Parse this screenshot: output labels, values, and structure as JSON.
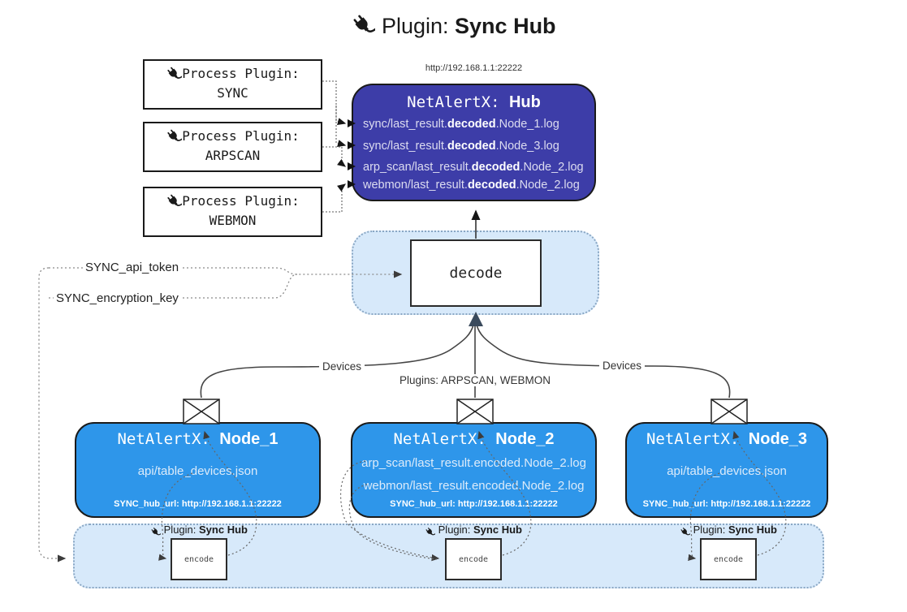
{
  "title": {
    "prefix": "Plugin:",
    "bold": "Sync Hub"
  },
  "process_plugins": [
    {
      "label": "Process Plugin:",
      "name": "SYNC"
    },
    {
      "label": "Process Plugin:",
      "name": "ARPSCAN"
    },
    {
      "label": "Process Plugin:",
      "name": "WEBMON"
    }
  ],
  "hub": {
    "url": "http://192.168.1.1:22222",
    "title_prefix": "NetAlertX:",
    "title_bold": "Hub",
    "logs": [
      {
        "pre": "sync/last_result.",
        "bold": "decoded",
        "post": ".Node_1.log"
      },
      {
        "pre": "sync/last_result.",
        "bold": "decoded",
        "post": ".Node_3.log"
      },
      {
        "pre": "arp_scan/last_result.",
        "bold": "decoded",
        "post": ".Node_2.log"
      },
      {
        "pre": "webmon/last_result.",
        "bold": "decoded",
        "post": ".Node_2.log"
      }
    ]
  },
  "decode": {
    "label": "decode"
  },
  "config": {
    "api_token": "SYNC_api_token",
    "encryption_key": "SYNC_encryption_key"
  },
  "edges": {
    "devices_left": "Devices",
    "devices_right": "Devices",
    "plugins": "Plugins: ARPSCAN, WEBMON"
  },
  "nodes": [
    {
      "title_prefix": "NetAlertX:",
      "title_bold": "Node_1",
      "files": [
        "api/table_devices.json"
      ],
      "hub_url": "SYNC_hub_url: http://192.168.1.1:22222"
    },
    {
      "title_prefix": "NetAlertX:",
      "title_bold": "Node_2",
      "files": [
        "arp_scan/last_result.encoded.Node_2.log",
        "webmon/last_result.encoded.Node_2.log"
      ],
      "hub_url": "SYNC_hub_url: http://192.168.1.1:22222"
    },
    {
      "title_prefix": "NetAlertX:",
      "title_bold": "Node_3",
      "files": [
        "api/table_devices.json"
      ],
      "hub_url": "SYNC_hub_url: http://192.168.1.1:22222"
    }
  ],
  "encoders": [
    {
      "plugin_prefix": "Plugin:",
      "plugin_bold": "Sync Hub",
      "label": "encode"
    },
    {
      "plugin_prefix": "Plugin:",
      "plugin_bold": "Sync Hub",
      "label": "encode"
    },
    {
      "plugin_prefix": "Plugin:",
      "plugin_bold": "Sync Hub",
      "label": "encode"
    }
  ],
  "colors": {
    "hub_fill": "#3d3da8",
    "node_fill": "#2e96ea",
    "region_fill": "#d7e9fa",
    "region_border": "#8aa7c4",
    "arrow_dark": "#3a4a5c"
  }
}
